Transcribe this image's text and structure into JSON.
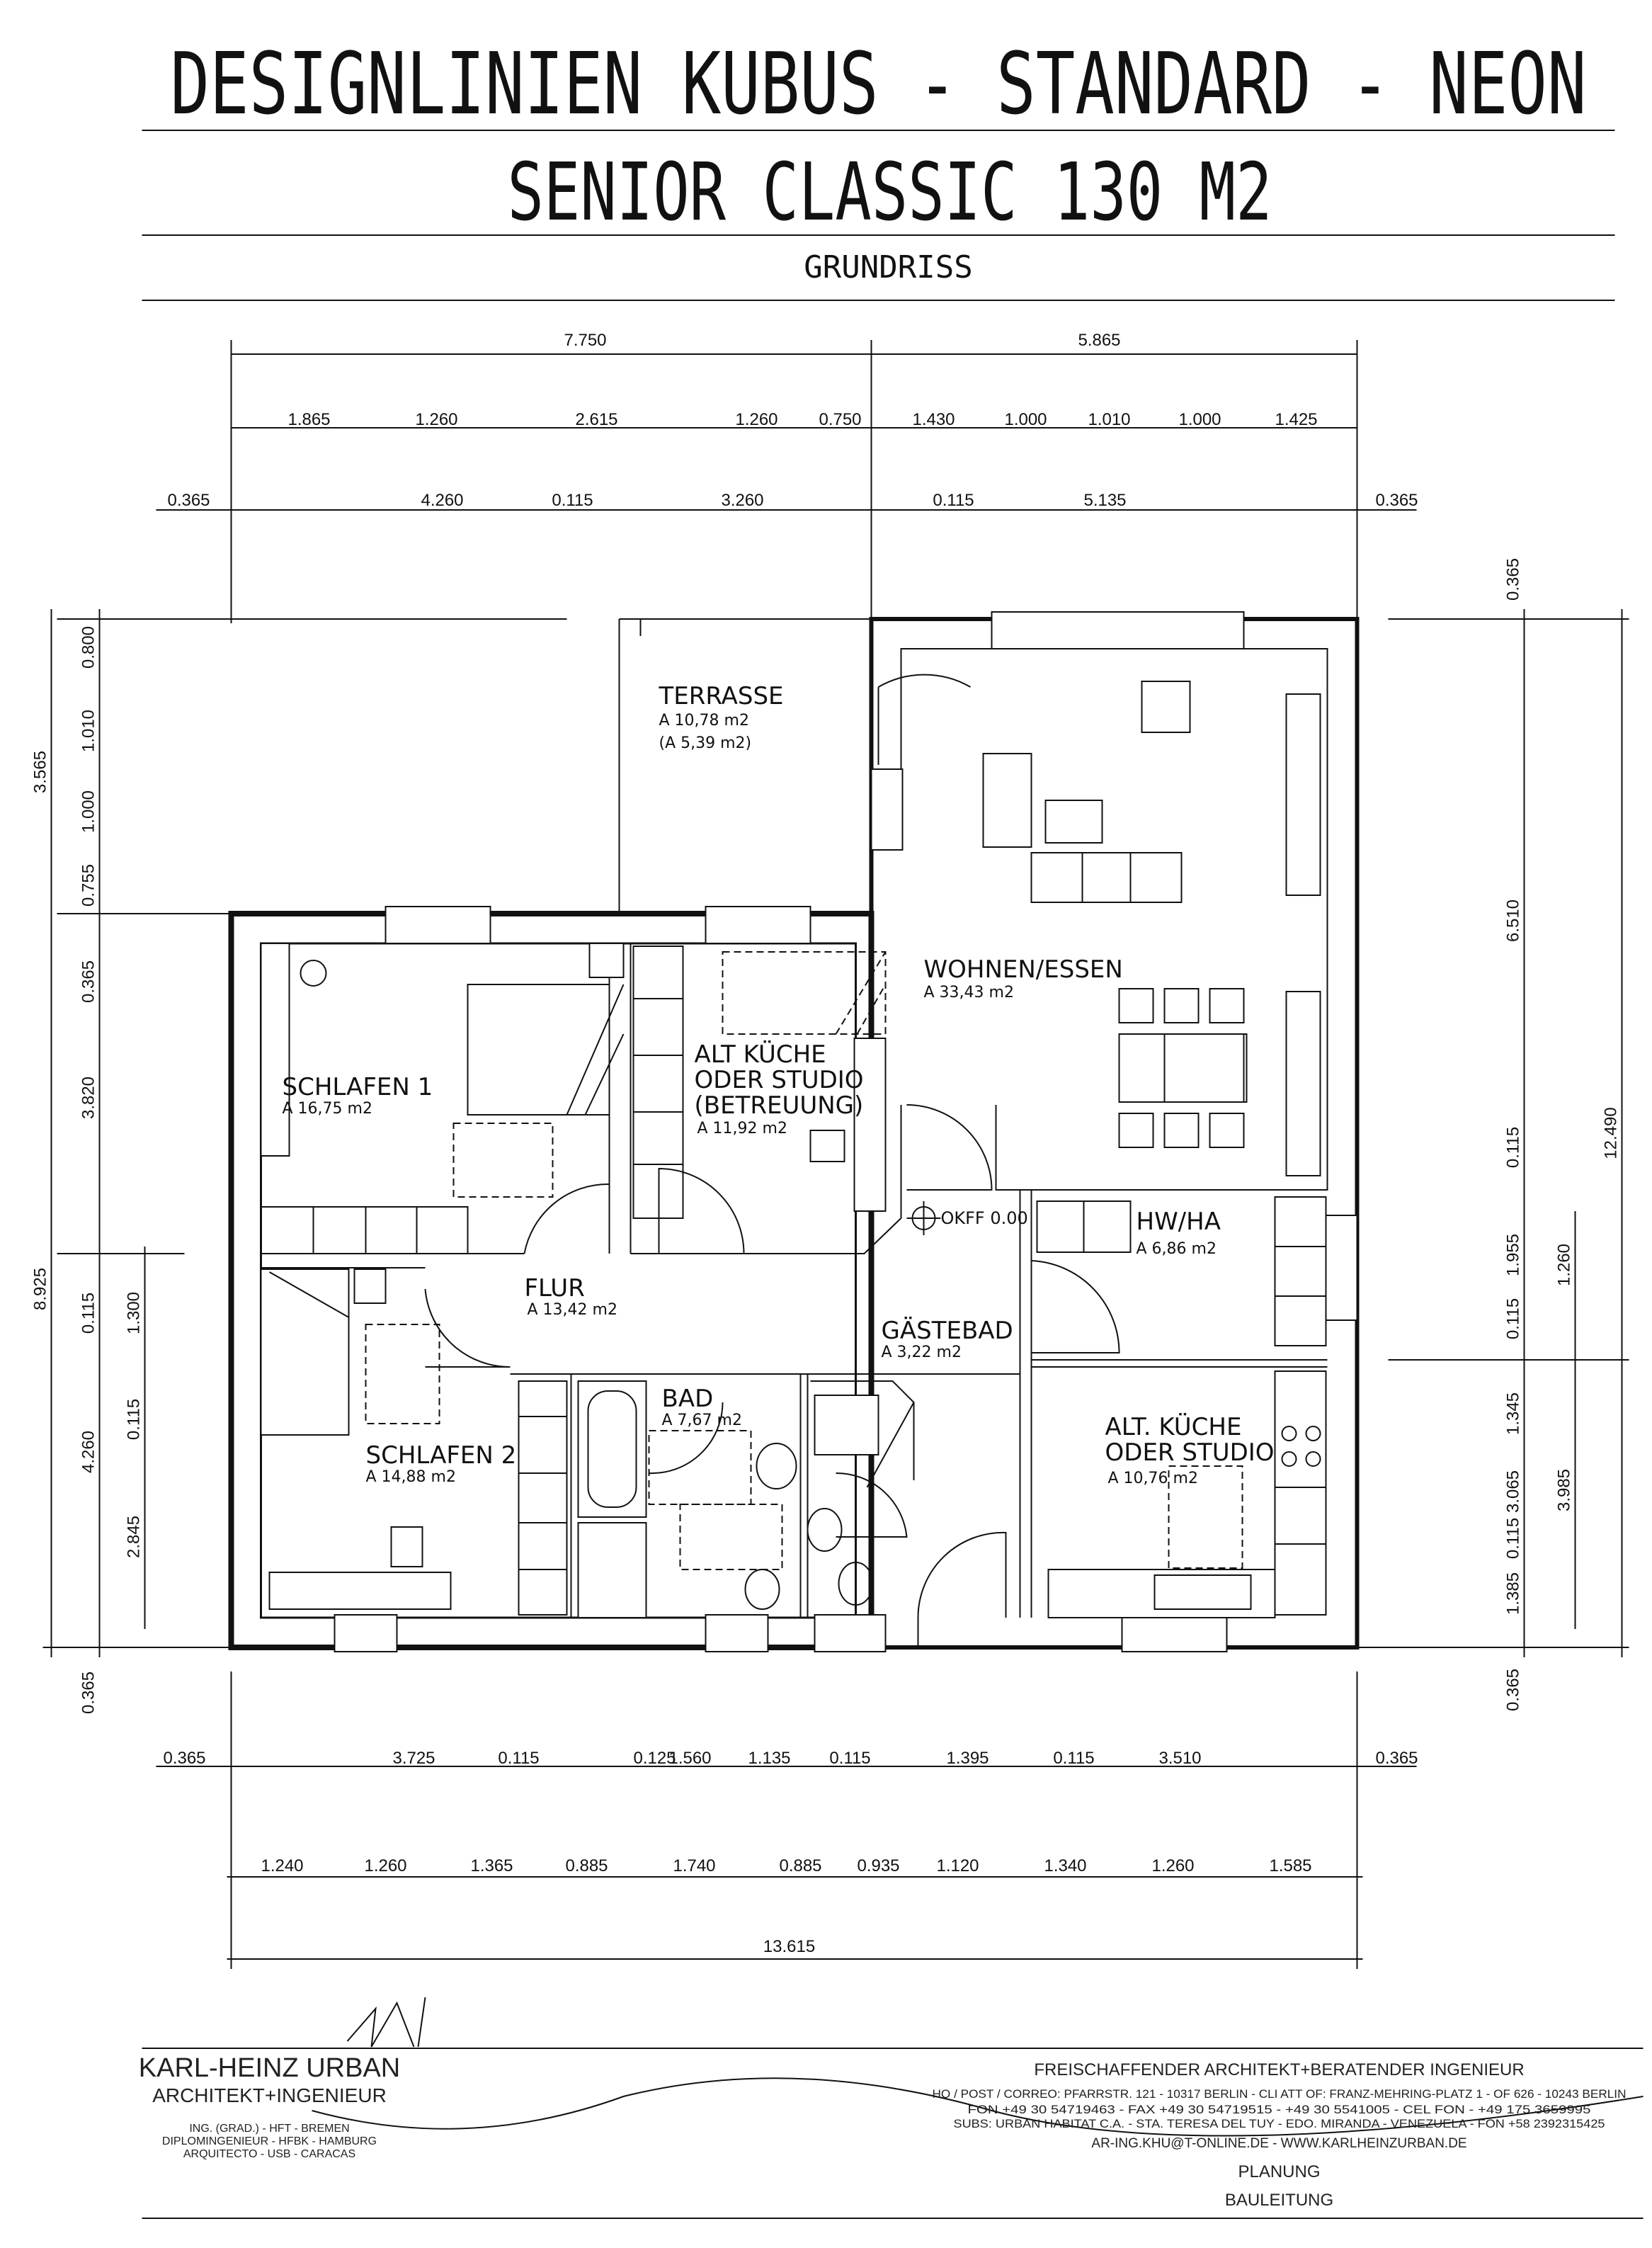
{
  "title": {
    "line1": "DESIGNLINIEN  KUBUS - STANDARD - NEON",
    "line2": "SENIOR CLASSIC 130 M2",
    "line3": "GRUNDRISS"
  },
  "rooms": [
    {
      "name": "TERRASSE",
      "area": "A 10,78 m2",
      "extra": "(A 5,39 m2)"
    },
    {
      "name": "WOHNEN/ESSEN",
      "area": "A 33,43 m2"
    },
    {
      "name": "SCHLAFEN 1",
      "area": "A 16,75 m2"
    },
    {
      "name": "ALT KÜCHE",
      "name2": "ODER STUDIO",
      "name3": "(BETREUUNG)",
      "area": "A 11,92 m2"
    },
    {
      "name": "FLUR",
      "area": "A 13,42 m2"
    },
    {
      "name": "HW/HA",
      "area": "A 6,86 m2"
    },
    {
      "name": "GÄSTEBAD",
      "area": "A 3,22 m2"
    },
    {
      "name": "BAD",
      "area": "A 7,67  m2"
    },
    {
      "name": "SCHLAFEN 2",
      "area": "A 14,88 m2"
    },
    {
      "name": "ALT. KÜCHE",
      "name2": "ODER STUDIO",
      "area": "A 10,76 m2"
    }
  ],
  "level_marker": "OKFF 0.00",
  "dims": {
    "top1": [
      "7.750",
      "5.865"
    ],
    "top2": [
      "1.865",
      "1.260",
      "2.615",
      "1.260",
      "0.750",
      "1.430",
      "1.000",
      "1.010",
      "1.000",
      "1.425"
    ],
    "top3": [
      "0.365",
      "4.260",
      "0.115",
      "3.260",
      "0.115",
      "5.135",
      "0.365"
    ],
    "left1": [
      "3.565",
      "8.925",
      "0.365"
    ],
    "left2": [
      "0.800",
      "1.010",
      "1.000",
      "0.755",
      "0.365",
      "3.820",
      "0.115",
      "4.260"
    ],
    "left3": [
      "1.300",
      "0.115",
      "2.845"
    ],
    "right1": [
      "0.365",
      "6.510",
      "0.115",
      "1.955",
      "0.115",
      "1.345",
      "3.065",
      "0.115",
      "1.385",
      "0.365"
    ],
    "right2": [
      "1.260",
      "3.985"
    ],
    "right3": [
      "12.490"
    ],
    "bottom1": [
      "0.365",
      "3.725",
      "0.115",
      "0.125",
      "1.560",
      "1.135",
      "0.115",
      "1.395",
      "0.115",
      "3.510",
      "0.365"
    ],
    "bottom2": [
      "1.240",
      "1.260",
      "1.365",
      "0.885",
      "1.740",
      "0.885",
      "0.935",
      "1.120",
      "1.340",
      "1.260",
      "1.585"
    ],
    "bottom3": [
      "13.615"
    ]
  },
  "logo": {
    "name": "KARL-HEINZ URBAN",
    "subtitle": "ARCHITEKT+INGENIEUR",
    "lines": [
      "ING. (GRAD.) - HFT - BREMEN",
      "DIPLOMINGENIEUR - HFBK - HAMBURG",
      "ARQUITECTO - USB - CARACAS"
    ]
  },
  "footer": {
    "heading": "FREISCHAFFENDER ARCHITEKT+BERATENDER INGENIEUR",
    "lines": [
      "HQ / POST / CORREO: PFARRSTR. 121 - 10317 BERLIN - CLI ATT OF: FRANZ-MEHRING-PLATZ 1 - OF 626 - 10243 BERLIN",
      "FON +49 30 54719463 - FAX +49 30 54719515 - +49 30 5541005 - CEL FON - +49 175 3659995",
      "SUBS: URBAN HABITAT C.A. - STA. TERESA DEL TUY - EDO. MIRANDA - VENEZUELA - FON +58 2392315425",
      "AR-ING.KHU@T-ONLINE.DE  -  WWW.KARLHEINZURBAN.DE"
    ],
    "services": [
      "PLANUNG",
      "BAULEITUNG"
    ]
  }
}
